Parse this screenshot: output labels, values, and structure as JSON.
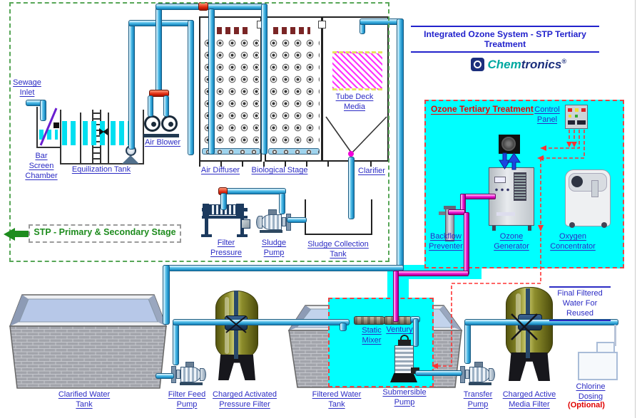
{
  "title": "Integrated Ozone System - STP Tertiary Treatment",
  "brand": {
    "chem": "Chem",
    "tronics": "tronics",
    "reg": "®"
  },
  "stp_box_label": "STP - Primary & Secondary Stage",
  "ozone_box_label": "Ozone Tertiary Treatment",
  "labels": {
    "sewage_inlet": "Sewage\nInlet",
    "bar_screen": "Bar\nScreen\nChamber",
    "equalization": "Equilization Tank",
    "air_blower": "Air Blower",
    "air_diffuser": "Air Diffuser",
    "biological_stage": "Biological Stage",
    "tube_deck": "Tube Deck\nMedia",
    "clarifier": "Clarifier",
    "filter_pressure": "Filter\nPressure",
    "sludge_pump": "Sludge\nPump",
    "sludge_tank": "Sludge Collection\nTank",
    "backflow": "Backflow\nPreventer",
    "ozone_generator": "Ozone\nGenerator",
    "oxygen_concentrator": "Oxygen\nConcentrator",
    "control_panel": "Control\nPanel",
    "clarified_tank": "Clarified Water\nTank",
    "filter_feed_pump": "Filter Feed\nPump",
    "pressure_filter": "Charged Activated\nPressure Filter",
    "filtered_tank": "Filtered Water\nTank",
    "static_mixer": "Static\nMixer",
    "ventury": "Ventury",
    "submersible": "Submersible\nPump",
    "transfer_pump": "Transfer\nPump",
    "media_filter": "Charged Active\nMedia Filter",
    "final_water": "Final Filtered\nWater For\nReused",
    "chlorine": "Chlorine\nDosing",
    "optional": "(Optional)"
  },
  "colors": {
    "pipe_blue": "#29a8e0",
    "ozone_pink": "#ef12d2",
    "zone_cyan": "#00ffff",
    "label_blue": "#2b2bc4",
    "title_blue": "#2222cc",
    "stage_green": "#1e8c1e",
    "alert_red": "#ff2020",
    "vessel_olive": "#8d8d2c",
    "media_magenta": "#ff30ff"
  }
}
